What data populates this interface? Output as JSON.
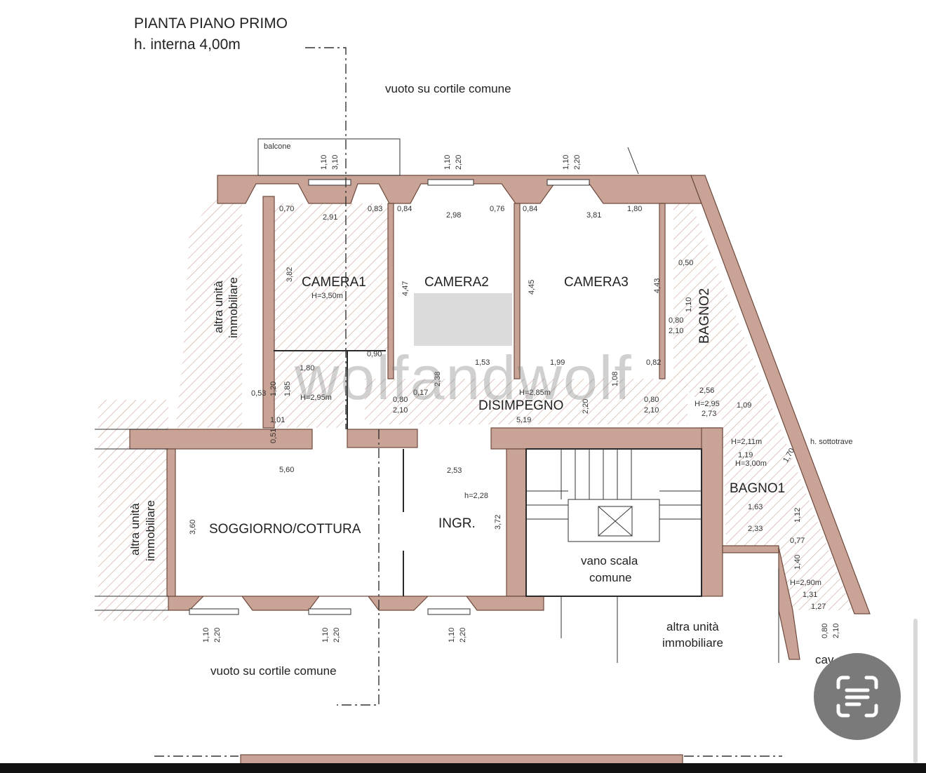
{
  "plan": {
    "title": "PIANTA PIANO PRIMO",
    "subtitle": "h. interna 4,00m",
    "void_top": "vuoto su cortile comune",
    "void_bottom": "vuoto su cortile comune",
    "balcony": "balcone",
    "rooms": {
      "camera1": "CAMERA1",
      "camera1_h": "H=3,50m",
      "camera2": "CAMERA2",
      "camera3": "CAMERA3",
      "bagno2": "BAGNO2",
      "disimpegno": "DISIMPEGNO",
      "disimpegno_h": "H=2,85m",
      "soggiorno": "SOGGIORNO/COTTURA",
      "ingr": "INGR.",
      "ingr_h": "h=2,28",
      "bagno1": "BAGNO1",
      "stair_line1": "vano scala",
      "stair_line2": "comune",
      "small_h": "H=2,95m",
      "h_sottotrave": "h. sottotrave",
      "h_211": "H=2,11m",
      "h_300": "H=3,00m",
      "h_290": "H=2,90m",
      "h_295": "H=2,95",
      "cav": "cav"
    },
    "neighbours": {
      "left_top_1": "altra unità",
      "left_top_2": "immobiliare",
      "left_bottom_1": "altra unità",
      "left_bottom_2": "immobiliare",
      "right_1": "altra unità",
      "right_2": "immobiliare"
    },
    "dims": {
      "w1a": "1,10",
      "w1b": "3,10",
      "w2a": "1,10",
      "w2b": "2,20",
      "w3a": "1,10",
      "w3b": "2,20",
      "d070": "0,70",
      "d291": "2,91",
      "d083": "0,83",
      "d084a": "0,84",
      "d298": "2,98",
      "d076": "0,76",
      "d084b": "0,84",
      "d381": "3,81",
      "d180": "1,80",
      "d382": "3,82",
      "d447": "4,47",
      "d445": "4,45",
      "d443": "4,43",
      "d050": "0,50",
      "d080a": "0,80",
      "d210a": "2,10",
      "d110": "1,10",
      "d153": "1,53",
      "d199": "1,99",
      "d082": "0,82",
      "d090": "0,90",
      "d180b": "1,80",
      "d080b": "0,80",
      "d210b": "2,10",
      "d017": "0,17",
      "d238": "2,38",
      "d108": "1,08",
      "d220": "2,20",
      "d080c": "0,80",
      "d210c": "2,10",
      "d256": "2,56",
      "d109": "1,09",
      "d273": "2,73",
      "d053": "0,53",
      "d185": "1,85",
      "d120": "1,20",
      "d101": "1,01",
      "d051": "0,51",
      "d519": "5,19",
      "d560": "5,60",
      "d253": "2,53",
      "d360": "3,60",
      "d372": "3,72",
      "d119": "1,19",
      "d163": "1,63",
      "d233": "2,33",
      "d112": "1,12",
      "d077": "0,77",
      "d140": "1,40",
      "d131": "1,31",
      "d127": "1,27",
      "d170": "1,70",
      "d080d": "0,80",
      "d210d": "2,10",
      "b1a": "1,10",
      "b1b": "2,20",
      "b2a": "1,10",
      "b2b": "2,20",
      "b3a": "1,10",
      "b3b": "2,20"
    },
    "watermark": "wolfandwolf"
  },
  "ui": {
    "scan_icon": "text-scan-icon"
  }
}
